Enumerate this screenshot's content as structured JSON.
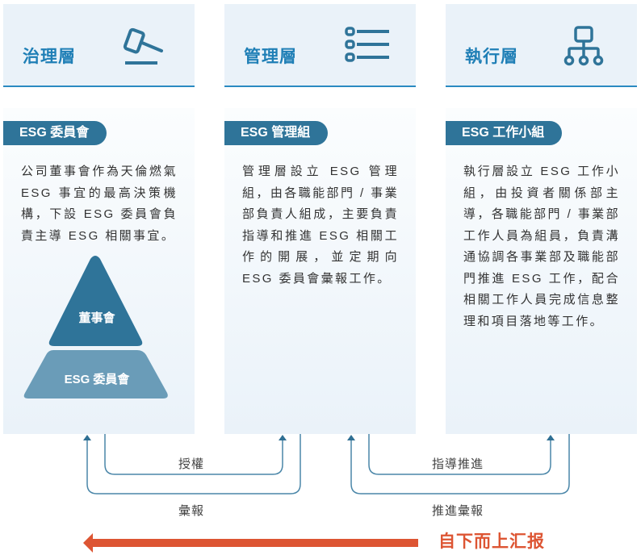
{
  "columns": [
    {
      "title": "治理層",
      "icon": "gavel-icon",
      "badge": "ESG 委員會",
      "description": "公司董事會作為天倫燃氣 ESG 事宜的最高決策機構，下設 ESG 委員會負責主導 ESG 相關事宜。",
      "pyramid": {
        "top": "董事會",
        "bottom": "ESG 委員會"
      }
    },
    {
      "title": "管理層",
      "icon": "list-icon",
      "badge": "ESG 管理組",
      "description": "管理層設立 ESG 管理組，由各職能部門 / 事業部負責人組成，主要負責指導和推進 ESG 相關工作的開展，並定期向 ESG 委員會彙報工作。"
    },
    {
      "title": "執行層",
      "icon": "org-chart-icon",
      "badge": "ESG 工作小組",
      "description": "執行層設立 ESG 工作小組，由投資者關係部主導，各職能部門 / 事業部工作人員為組員，負責溝通協調各事業部及職能部門推進 ESG 工作，配合相關工作人員完成信息整理和項目落地等工作。"
    }
  ],
  "flows": {
    "left_inner": "授權",
    "left_outer": "彙報",
    "right_inner": "指導推進",
    "right_outer": "推進彙報"
  },
  "summary": {
    "label": "自下而上汇报",
    "color": "#dd5533"
  },
  "colors": {
    "accent": "#1f7fb6",
    "badge": "#2f7499",
    "pyramid_top": "#2f7499",
    "pyramid_bottom": "#6a9cb8",
    "header_bg": "#eaf2f9"
  }
}
